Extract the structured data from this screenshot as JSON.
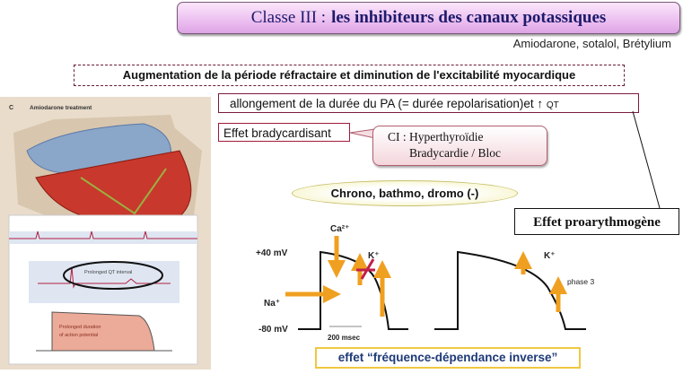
{
  "title": {
    "prefix": "Classe III :",
    "bold": "les inhibiteurs des canaux potassiques"
  },
  "drugs": "Amiodarone, sotalol, Brétylium",
  "mechanism": "Augmentation de la période réfractaire et diminution de l'excitabilité myocardique",
  "pa_box": {
    "text": "allongement de la durée du PA (= durée repolarisation)et ↑ ",
    "qt": "QT"
  },
  "brady": "Effet bradycardisant",
  "ci": {
    "line1": "CI : Hyperthyroïdie",
    "line2": "Bradycardie / Bloc"
  },
  "chrono": "Chrono, bathmo, dromo (-)",
  "proarythm": "Effet proarythmogène",
  "figure": {
    "title": "Amiodarone treatment",
    "panel": "C",
    "qt_label": "Prolonged QT interval",
    "ap_label_1": "Prolonged duration",
    "ap_label_2": "of action potential"
  },
  "ap_chart": {
    "top_label": "+40 mV",
    "bottom_label": "-80 mV",
    "ca": "Ca²⁺",
    "na": "Na⁺",
    "k1": "K⁺",
    "k2": "K⁺",
    "phase": "phase 3",
    "scale": "200 msec"
  },
  "freq": "effet “fréquence-dépendance inverse”",
  "colors": {
    "arrow": "#f0a020",
    "cross": "#c0204a",
    "title_text": "#1d1a6b"
  }
}
